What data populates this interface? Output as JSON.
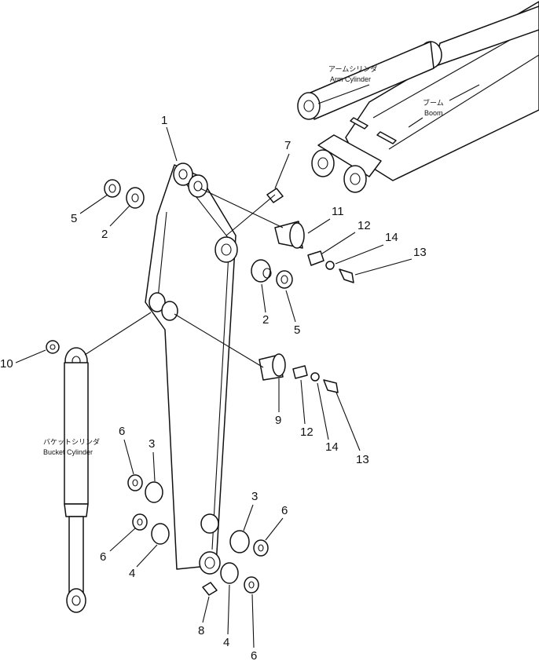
{
  "colors": {
    "ink": "#111111",
    "background": "#ffffff"
  },
  "callouts": {
    "arm_cylinder": {
      "jp": "アームシリンダ",
      "en": "Arm Cylinder"
    },
    "boom": {
      "jp": "ブーム",
      "en": "Boom"
    },
    "bucket_cylinder": {
      "jp": "バケットシリンダ",
      "en": "Bucket Cylinder"
    }
  },
  "part_labels": [
    {
      "id": "arm",
      "text": "1"
    },
    {
      "id": "bushing-top-left",
      "text": "2"
    },
    {
      "id": "seal-top-left",
      "text": "5"
    },
    {
      "id": "grease-fitting-top",
      "text": "7"
    },
    {
      "id": "pin-top",
      "text": "11"
    },
    {
      "id": "plate-top",
      "text": "12"
    },
    {
      "id": "washer-top",
      "text": "14"
    },
    {
      "id": "bolt-top",
      "text": "13"
    },
    {
      "id": "bushing-top-right",
      "text": "2"
    },
    {
      "id": "seal-top-right",
      "text": "5"
    },
    {
      "id": "washer-left",
      "text": "10"
    },
    {
      "id": "pin-mid",
      "text": "9"
    },
    {
      "id": "plate-mid",
      "text": "12"
    },
    {
      "id": "washer-mid",
      "text": "14"
    },
    {
      "id": "bolt-mid",
      "text": "13"
    },
    {
      "id": "seal-bottom-left-upper",
      "text": "6"
    },
    {
      "id": "bushing-bottom-left-upper",
      "text": "3"
    },
    {
      "id": "seal-bottom-left-lower",
      "text": "6"
    },
    {
      "id": "bushing-bottom-left-lower",
      "text": "4"
    },
    {
      "id": "bushing-bottom-right-upper",
      "text": "3"
    },
    {
      "id": "seal-bottom-right-upper",
      "text": "6"
    },
    {
      "id": "grease-fitting-bottom",
      "text": "8"
    },
    {
      "id": "bushing-bottom-right-lower",
      "text": "4"
    },
    {
      "id": "seal-bottom-right-lower",
      "text": "6"
    }
  ]
}
